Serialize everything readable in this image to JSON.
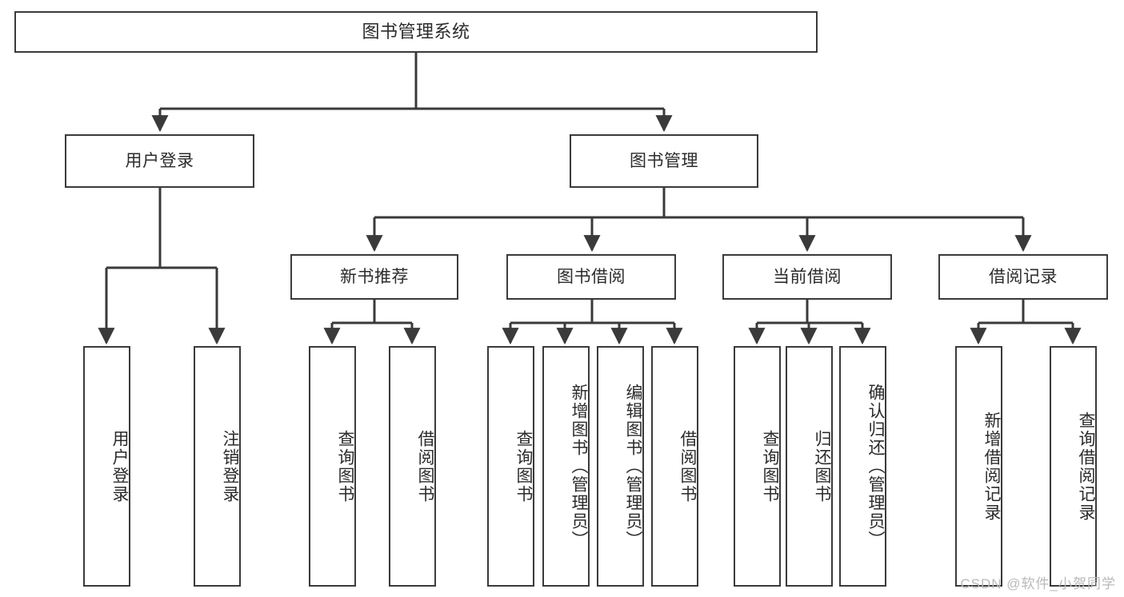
{
  "diagram": {
    "title": "图书管理系统",
    "watermark": "CSDN @软件_小贺同学",
    "line_color": "#3a3a3a",
    "box_fill": "#ffffff",
    "text_color": "#2b2b2b",
    "levels": {
      "root": {
        "label": "图书管理系统"
      },
      "level1": [
        {
          "label": "用户登录"
        },
        {
          "label": "图书管理"
        }
      ],
      "level2": [
        {
          "label": "新书推荐"
        },
        {
          "label": "图书借阅"
        },
        {
          "label": "当前借阅"
        },
        {
          "label": "借阅记录"
        }
      ],
      "leaves": {
        "user_login": [
          {
            "label": "用户登录"
          },
          {
            "label": "注销登录"
          }
        ],
        "new_book": [
          {
            "label": "查询图书"
          },
          {
            "label": "借阅图书"
          }
        ],
        "book_borrow": [
          {
            "label": "查询图书"
          },
          {
            "label": "新增图书（管理员）"
          },
          {
            "label": "编辑图书（管理员）"
          },
          {
            "label": "借阅图书"
          }
        ],
        "current_borrow": [
          {
            "label": "查询图书"
          },
          {
            "label": "归还图书"
          },
          {
            "label": "确认归还（管理员）"
          }
        ],
        "borrow_record": [
          {
            "label": "新增借阅记录"
          },
          {
            "label": "查询借阅记录"
          }
        ]
      }
    }
  }
}
